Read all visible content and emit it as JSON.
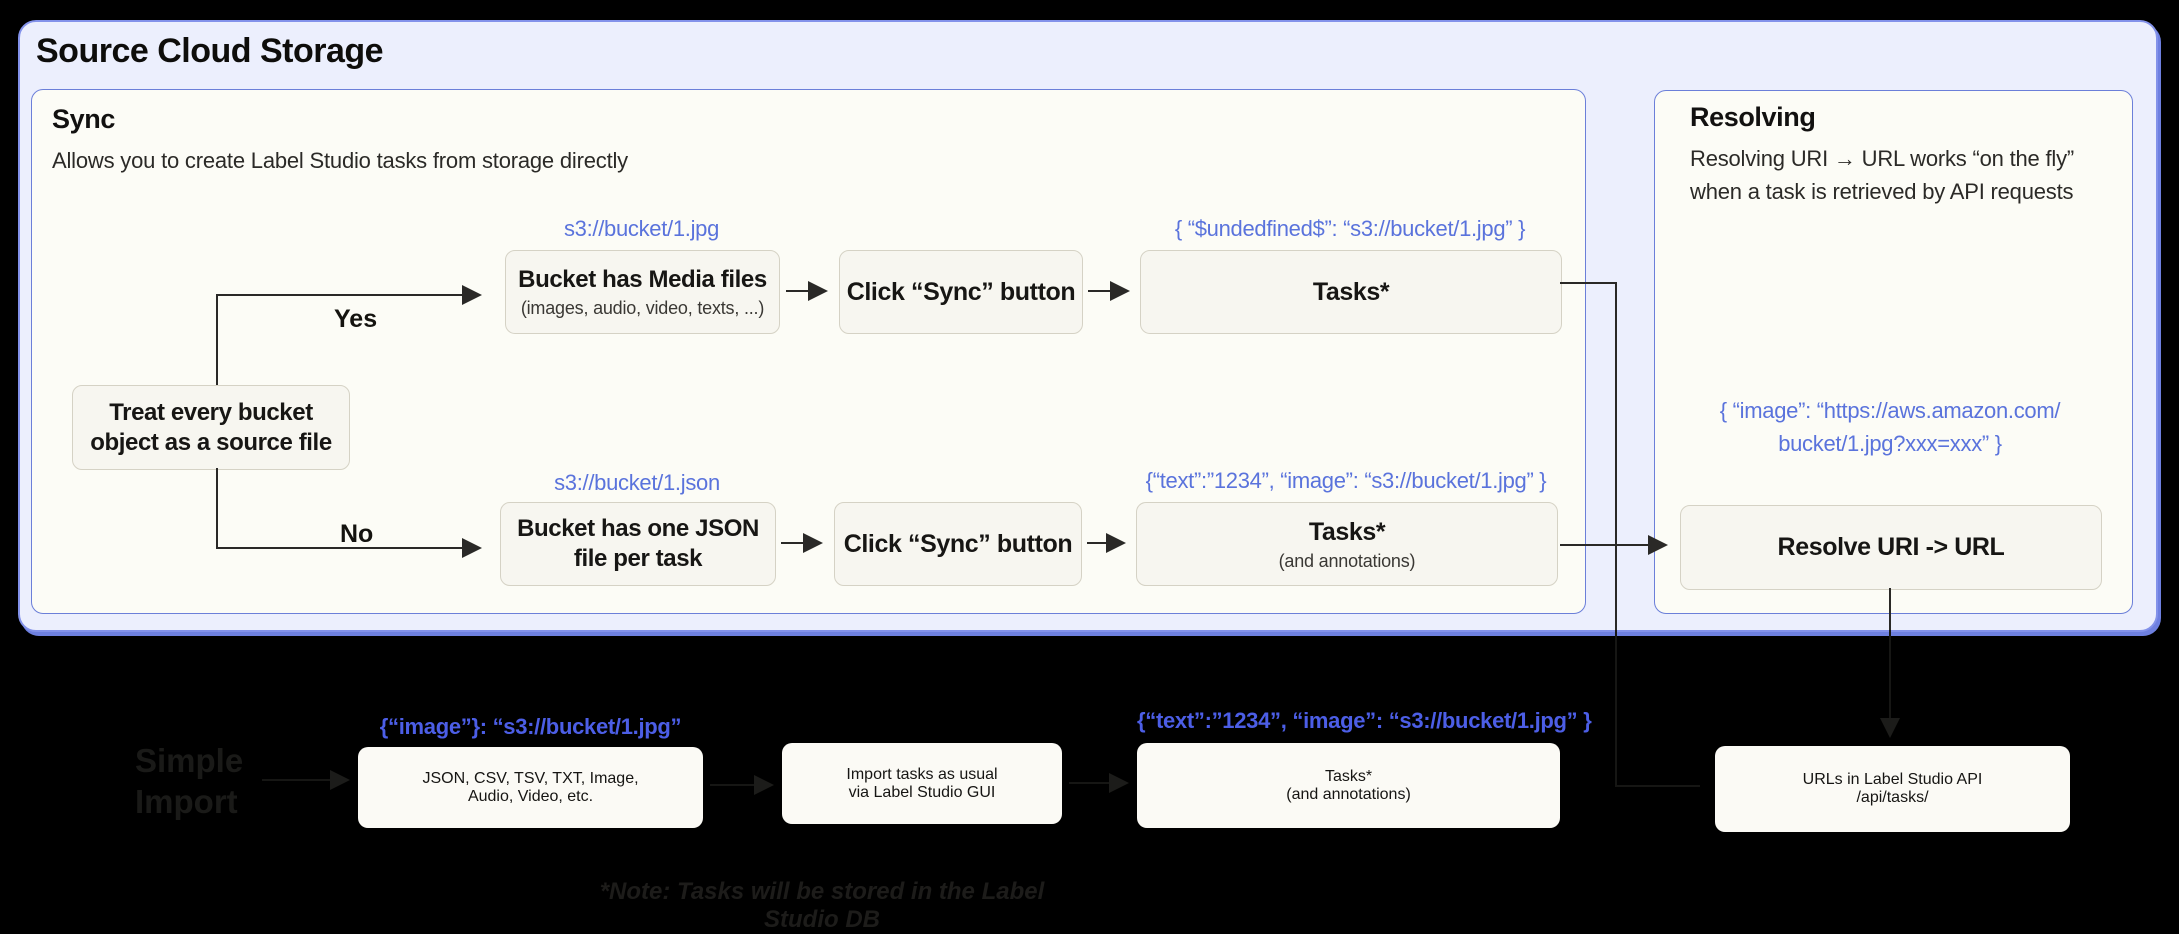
{
  "title": "Source Cloud Storage",
  "colors": {
    "background": "#000000",
    "outer_panel_fill": "#eceffd",
    "outer_panel_border": "#8392ea",
    "panel_fill": "#fcfcf6",
    "panel_border": "#6b7fd9",
    "flow_box_fill": "#f7f6f0",
    "flow_box_border": "#d5d2c5",
    "uri_label_blue": "#5a73dc",
    "import_label_blue": "#4c5ee6",
    "connector": "#2a2927"
  },
  "sync_panel": {
    "heading": "Sync",
    "subtitle": "Allows you to create Label Studio tasks from storage directly",
    "decision_box": {
      "line1": "Treat every bucket",
      "line2": "object as a source file"
    },
    "yes_label": "Yes",
    "no_label": "No",
    "row_media": {
      "uri_label": "s3://bucket/1.jpg",
      "media_box_title": "Bucket has Media files",
      "media_box_sub": "(images, audio, video, texts, ...)",
      "sync_button_box": "Click “Sync” button",
      "tasks_json_label": "{ “$undedfined$”: “s3://bucket/1.jpg” }",
      "tasks_box_title": "Tasks*"
    },
    "row_json": {
      "uri_label": "s3://bucket/1.json",
      "json_box_line1": "Bucket has one JSON",
      "json_box_line2": "file per task",
      "sync_button_box": "Click “Sync” button",
      "tasks_json_label": "{“text”:”1234”,  “image”: “s3://bucket/1.jpg” }",
      "tasks_box_title": "Tasks*",
      "tasks_box_sub": "(and annotations)"
    }
  },
  "resolving_panel": {
    "heading": "Resolving",
    "body_line1": "Resolving URI → URL works “on the fly”",
    "body_line2": "when a task is retrieved by API requests",
    "json_line1": "{ “image”: “https://aws.amazon.com/",
    "json_line2": "bucket/1.jpg?xxx=xxx” }",
    "resolve_box": "Resolve URI -> URL"
  },
  "import_section": {
    "heading_line1": "Simple",
    "heading_line2": "Import",
    "formats_json_label": "{“image”}: “s3://bucket/1.jpg”",
    "formats_box_line1": "JSON, CSV, TSV, TXT, Image,",
    "formats_box_line2": "Audio, Video, etc.",
    "gui_box_line1": "Import tasks as usual",
    "gui_box_line2": "via Label Studio GUI",
    "tasks_json_label": "{“text”:”1234”,  “image”: “s3://bucket/1.jpg” }",
    "tasks_box_title": "Tasks*",
    "tasks_box_sub": "(and annotations)",
    "api_box_title": "URLs in Label Studio API",
    "api_box_sub": "/api/tasks/",
    "note": "*Note: Tasks will be stored in the Label Studio DB"
  }
}
